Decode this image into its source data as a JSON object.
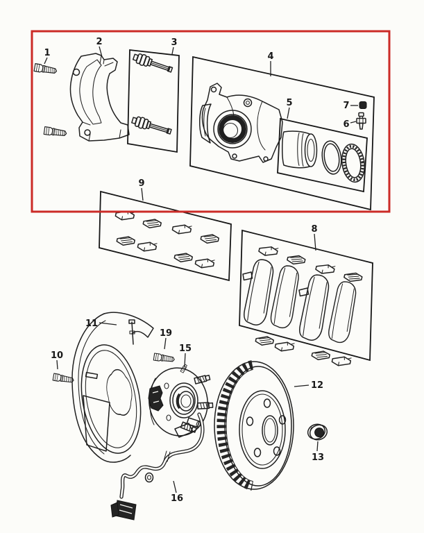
{
  "diagram": {
    "background_color": "#fcfcf9",
    "line_color": "#1f1f1f",
    "highlight_box_color": "#cb2b27",
    "callouts": [
      {
        "number": "1"
      },
      {
        "number": "2"
      },
      {
        "number": "3"
      },
      {
        "number": "4"
      },
      {
        "number": "5"
      },
      {
        "number": "6"
      },
      {
        "number": "7"
      },
      {
        "number": "8"
      },
      {
        "number": "9"
      },
      {
        "number": "10"
      },
      {
        "number": "11"
      },
      {
        "number": "12"
      },
      {
        "number": "13"
      },
      {
        "number": "15"
      },
      {
        "number": "16"
      },
      {
        "number": "19"
      }
    ]
  }
}
